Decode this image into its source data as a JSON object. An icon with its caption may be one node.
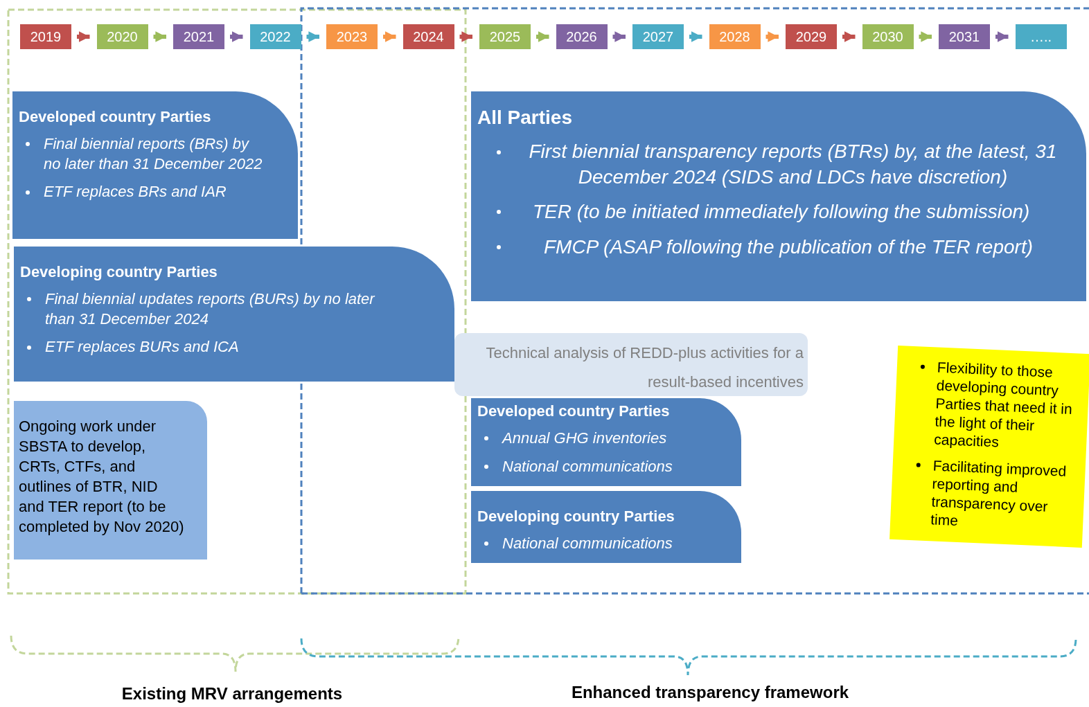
{
  "diagram": {
    "nodes": [
      {
        "text": [
          "2019"
        ]
      },
      {
        "text": [
          "2020"
        ]
      },
      {
        "text": [
          "2021"
        ]
      },
      {
        "text": [
          "2022"
        ]
      },
      {
        "text": [
          "2023"
        ]
      },
      {
        "text": [
          "2024"
        ]
      },
      {
        "text": [
          "2025"
        ]
      },
      {
        "text": [
          "2026"
        ]
      },
      {
        "text": [
          "2027"
        ]
      },
      {
        "text": [
          "2028"
        ]
      },
      {
        "text": [
          "2029"
        ]
      },
      {
        "text": [
          "2030"
        ]
      },
      {
        "text": [
          "2031"
        ]
      },
      {
        "text": [
          "….."
        ]
      },
      {
        "text": [
          "Developed country Parties",
          "Final biennial reports (BRs) by no later than 31 December 2022",
          "ETF replaces BRs and IAR"
        ]
      },
      {
        "text": [
          "All Parties",
          "First biennial transparency reports (BTRs) by, at the latest, 31 December 2024 (SIDS and LDCs have discretion)",
          "TER (to be initiated immediately following the submission)",
          "FMCP (ASAP following the publication of the TER report)"
        ]
      },
      {
        "text": [
          "Developing country Parties",
          "Final biennial updates reports (BURs) by no later than 31 December 2024",
          "ETF replaces BURs and ICA"
        ]
      },
      {
        "text": [
          "Technical analysis of REDD-plus activities for a result-based incentives"
        ]
      },
      {
        "text": [
          "Ongoing work under SBSTA to develop, CRTs, CTFs, and outlines of BTR, NID and TER report (to be completed by Nov 2020)"
        ]
      },
      {
        "text": [
          "Developed country Parties",
          "Annual GHG inventories",
          "National communications"
        ]
      },
      {
        "text": [
          "Flexibility to those developing country Parties that need it in the light of their capacities",
          "Facilitating improved reporting and transparency over time"
        ]
      },
      {
        "text": [
          "Developing country Parties",
          "National communications"
        ]
      }
    ],
    "edges": [
      {
        "from": 0,
        "to": 1,
        "arrow": "to",
        "color": "#c0504d"
      },
      {
        "from": 1,
        "to": 2,
        "arrow": "to",
        "color": "#9bbb59"
      },
      {
        "from": 2,
        "to": 3,
        "arrow": "to",
        "color": "#8064a2"
      },
      {
        "from": 3,
        "to": 4,
        "arrow": "to",
        "color": "#4bacc6"
      },
      {
        "from": 4,
        "to": 5,
        "arrow": "to",
        "color": "#f79646"
      },
      {
        "from": 5,
        "to": 6,
        "arrow": "to",
        "color": "#c0504d"
      },
      {
        "from": 6,
        "to": 7,
        "arrow": "to",
        "color": "#9bbb59"
      },
      {
        "from": 7,
        "to": 8,
        "arrow": "to",
        "color": "#8064a2"
      },
      {
        "from": 8,
        "to": 9,
        "arrow": "to",
        "color": "#4bacc6"
      },
      {
        "from": 9,
        "to": 10,
        "arrow": "to",
        "color": "#f79646"
      },
      {
        "from": 10,
        "to": 11,
        "arrow": "to",
        "color": "#c0504d"
      },
      {
        "from": 11,
        "to": 12,
        "arrow": "to",
        "color": "#9bbb59"
      },
      {
        "from": 12,
        "to": 13,
        "arrow": "to",
        "color": "#8064a2"
      }
    ],
    "labels": [
      "Existing MRV arrangements",
      "Enhanced transparency framework"
    ]
  }
}
